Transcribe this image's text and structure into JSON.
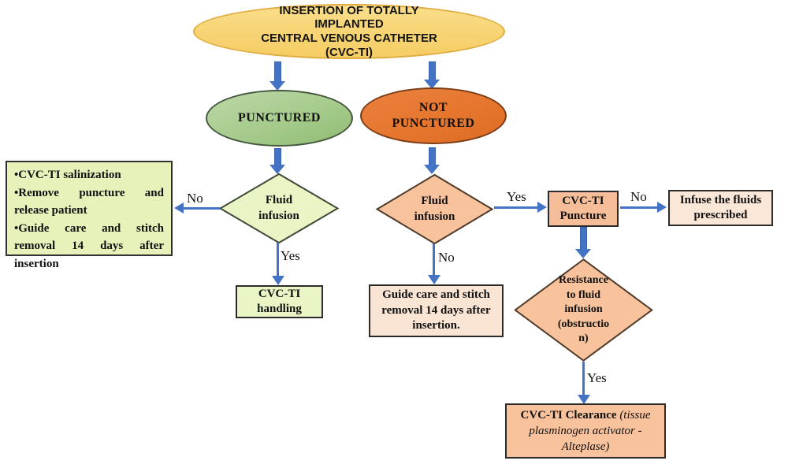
{
  "diagram_title": "INSERTION OF TOTALLY IMPLANTED CENTRAL VENOUS CATHETER (CVC-TI) flowchart",
  "nodes": {
    "title": {
      "text": "INSERTION OF TOTALLY\nIMPLANTED\nCENTRAL VENOUS CATHETER\n(CVC-TI)"
    },
    "punctured": {
      "label": "PUNCTURED"
    },
    "not_punctured": {
      "label": "NOT\nPUNCTURED"
    },
    "care_left": {
      "items": [
        "•CVC-TI salinization",
        "•Remove puncture and release patient",
        "•Guide care and stitch removal 14 days after insertion"
      ]
    },
    "fluid_infusion_left": {
      "label": "Fluid\ninfusion"
    },
    "fluid_infusion_right": {
      "label": "Fluid\ninfusion"
    },
    "handling": {
      "label": "CVC-TI\nhandling"
    },
    "puncture": {
      "label": "CVC-TI\nPuncture"
    },
    "infuse": {
      "label": "Infuse the fluids\nprescribed"
    },
    "guide_care": {
      "label": "Guide care and stitch\nremoval 14 days after\ninsertion."
    },
    "resistance": {
      "label": "Resistance\nto fluid\ninfusion\n(obstructio\nn)"
    },
    "clearance": {
      "bold": "CVC-TI Clearance ",
      "italic": "(tissue plasminogen activator - Alteplase)"
    }
  },
  "edge_labels": {
    "no_left": "No",
    "yes_left_down": "Yes",
    "no_right_down": "No",
    "yes_right": "Yes",
    "no_puncture": "No",
    "yes_resistance": "Yes"
  },
  "colors": {
    "title_fill": "#f8d577",
    "title_border": "#e0ab3e",
    "punctured_fill": "#a6cb8c",
    "not_punctured_fill": "#e5752c",
    "green_light_fill": "#e9f5c4",
    "green_box_fill": "#e6f2ba",
    "peach_diamond_fill": "#f8c29d",
    "peach_dark_fill": "#f5bd98",
    "peach_light_fill": "#fbe7d8",
    "peach_box_fill": "#fae4d4",
    "arrow_blue": "#4472c4"
  }
}
